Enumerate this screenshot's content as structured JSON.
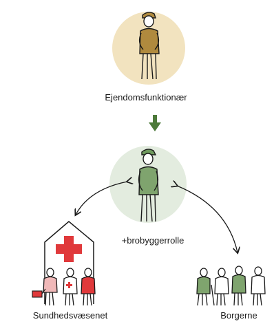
{
  "diagram": {
    "top_role_label": "Ejendomsfunktionær",
    "middle_role_label": "+brobyggerrolle",
    "left_group_label": "Sundhedsvæsenet",
    "right_group_label": "Borgerne"
  },
  "colors": {
    "top_circle": "#f2e3bf",
    "middle_circle": "#e3ecdf",
    "arrow_green": "#4d7a3a",
    "cap_green": "#6f9a5e",
    "jacket_ochre": "#b08a3e",
    "jacket_green": "#7fa46e",
    "red_cross": "#e0393b",
    "pink_figure": "#f0b8b8",
    "line": "#1a1a1a"
  },
  "icons": [
    "worker-figure-icon",
    "bridge-builder-figure-icon",
    "hospital-house-icon",
    "red-cross-icon",
    "health-staff-group-icon",
    "citizens-group-icon"
  ]
}
